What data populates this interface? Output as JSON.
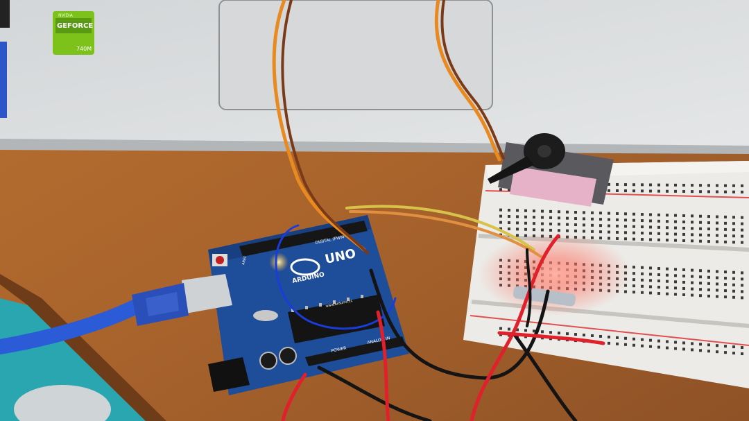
{
  "stickers": {
    "brand_small": "NVIDIA",
    "brand": "GEFORCE",
    "model": "740M"
  },
  "board": {
    "logo_text": "ARDUINO",
    "model_text": "UNO",
    "digital_label": "DIGITAL (PWM~)",
    "power_label": "POWER",
    "analog_label": "ANALOG IN",
    "url_text": "www.arduino.cc",
    "aref_label": "AREF"
  },
  "colors": {
    "wood": "#a8632c",
    "laptop": "#d9dbdc",
    "board_blue": "#1e4d9a",
    "breadboard": "#eceae6",
    "usb_cable": "#2b5bd6",
    "wire_red": "#e0202a",
    "wire_black": "#141414",
    "wire_orange": "#e88a20",
    "wire_yellow": "#d8c24a",
    "led_glow": "#ff6a5a"
  }
}
